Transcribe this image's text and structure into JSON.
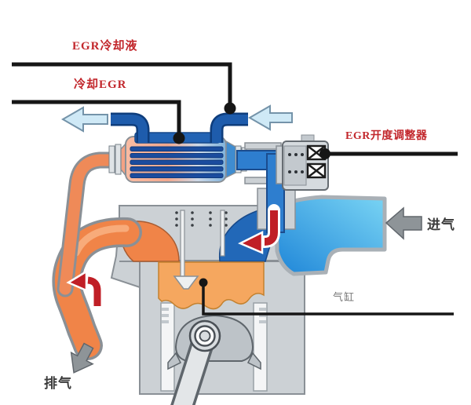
{
  "diagram": {
    "title": "EGR system cutaway diagram",
    "labels": {
      "egr_coolant": "EGR冷却液",
      "cooled_egr": "冷却EGR",
      "egr_adjuster": "EGR开度调整器",
      "intake": "进气",
      "cylinder": "气缸",
      "exhaust": "排气"
    }
  },
  "colors": {
    "red": "#c2272c",
    "textDark": "#3b3b3b",
    "textGray": "#777777",
    "black": "#161616",
    "pipeBlue": "#1e5cac",
    "pipeBlueDark": "#0e3d7c",
    "passageBlue": "#2e7ecf",
    "intakeLight": "#79d4f4",
    "intakeDeep": "#1f86d8",
    "paleArrowFill": "#cfe9f6",
    "paleArrowStroke": "#7493a9",
    "orange": "#f08448",
    "orangeLight": "#f8ab7a",
    "coolerPink": "#f4a284",
    "egrRed": "#c01f26",
    "metal": "#ccd1d5",
    "metalStroke": "#8a9096",
    "grayArrow": "#8e9498",
    "tubeBlue": "#1b4c9e",
    "portBlue": "#2268b8",
    "valveWhite": "#eef0f1"
  }
}
